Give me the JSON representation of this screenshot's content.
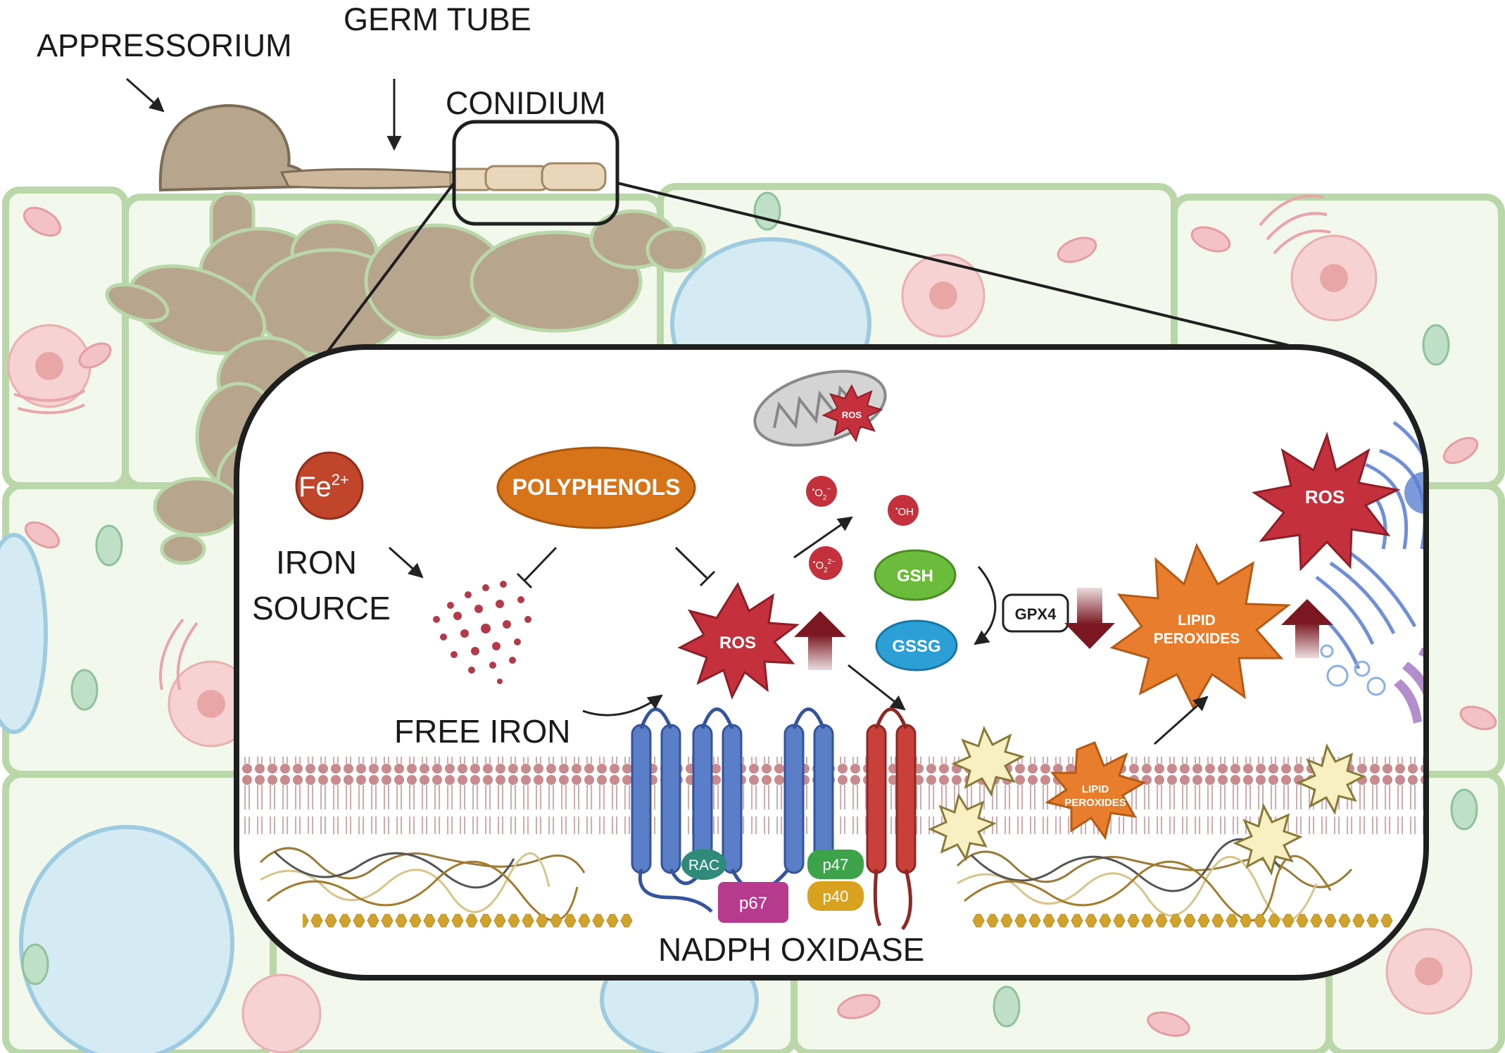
{
  "labels": {
    "appressorium": "APPRESSORIUM",
    "germ_tube": "GERM TUBE",
    "conidium": "CONIDIUM",
    "iron_source_line1": "IRON",
    "iron_source_line2": "SOURCE",
    "free_iron": "FREE IRON",
    "nadph_oxidase": "NADPH OXIDASE"
  },
  "molecules": {
    "fe_base": "Fe",
    "fe_charge": "2+",
    "polyphenols": "POLYPHENOLS",
    "ros": "ROS",
    "superoxide": "O",
    "superoxide_sub": "2",
    "superoxide_sup": "2−",
    "hydroxyl": "OH",
    "gsh": "GSH",
    "gssg": "GSSG",
    "gpx4": "GPX4",
    "lipid_peroxides_line1": "LIPID",
    "lipid_peroxides_line2": "PEROXIDES"
  },
  "nadph_subunits": {
    "rac": "RAC",
    "p67": "p67",
    "p47": "p47",
    "p40": "p40"
  },
  "colors": {
    "cell_wall": "#b9d7a9",
    "cell_fill": "#f3f8ec",
    "fungus": "#b9a68c",
    "fungus_stroke": "#7d6c55",
    "conidium": "#e6d3b5",
    "ros_red": "#c4303c",
    "lipid_orange": "#e87d2d",
    "polyphenols": "#d77319",
    "fe_red": "#c0452b",
    "gsh_green": "#6bbc3b",
    "gssg_blue": "#2b9fd6",
    "receptor_blue": "#5a7ec8",
    "receptor_red": "#c9403a",
    "up_arrow": "#7a1720",
    "membrane": "#c98a8e",
    "actin": "#d2a32c"
  },
  "icons": [
    "mitochondrion-icon",
    "golgi-icon",
    "nucleus-icon",
    "vacuole-icon",
    "chloroplast-icon"
  ]
}
